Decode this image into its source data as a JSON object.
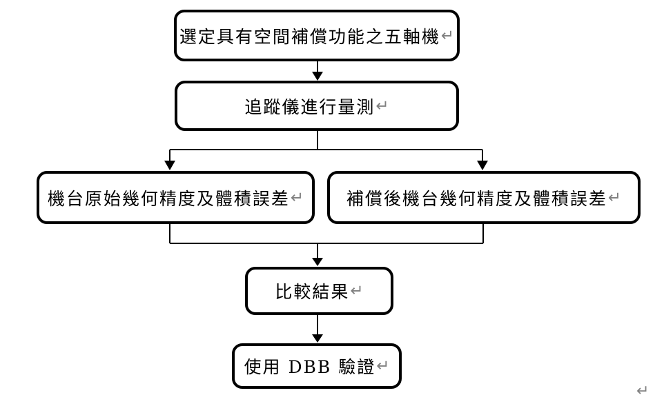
{
  "page": {
    "background": "#ffffff",
    "trailing_return_mark": "↵"
  },
  "flowchart": {
    "type": "flowchart",
    "direction": "top-down",
    "nodes": [
      {
        "id": "select-five-axis-machine",
        "label": "選定具有空間補償功能之五軸機",
        "return_mark": "↵"
      },
      {
        "id": "tracker-measurement",
        "label": "追蹤儀進行量測",
        "return_mark": "↵"
      },
      {
        "id": "original-geometric-accuracy",
        "label": "機台原始幾何精度及體積誤差",
        "return_mark": "↵"
      },
      {
        "id": "compensated-geometric-accuracy",
        "label": "補償後機台幾何精度及體積誤差",
        "return_mark": "↵"
      },
      {
        "id": "compare-results",
        "label": "比較結果",
        "return_mark": "↵"
      },
      {
        "id": "dbb-verification",
        "label": "使用 DBB 驗證",
        "return_mark": "↵"
      }
    ],
    "edges": [
      {
        "from": "select-five-axis-machine",
        "to": "tracker-measurement"
      },
      {
        "from": "tracker-measurement",
        "to": "original-geometric-accuracy"
      },
      {
        "from": "tracker-measurement",
        "to": "compensated-geometric-accuracy"
      },
      {
        "from": "original-geometric-accuracy",
        "to": "compare-results"
      },
      {
        "from": "compensated-geometric-accuracy",
        "to": "compare-results"
      },
      {
        "from": "compare-results",
        "to": "dbb-verification"
      }
    ],
    "colors": {
      "node_border": "#000000",
      "node_fill": "#ffffff",
      "text": "#000000",
      "connector": "#000000",
      "return_mark": "#808080"
    }
  }
}
